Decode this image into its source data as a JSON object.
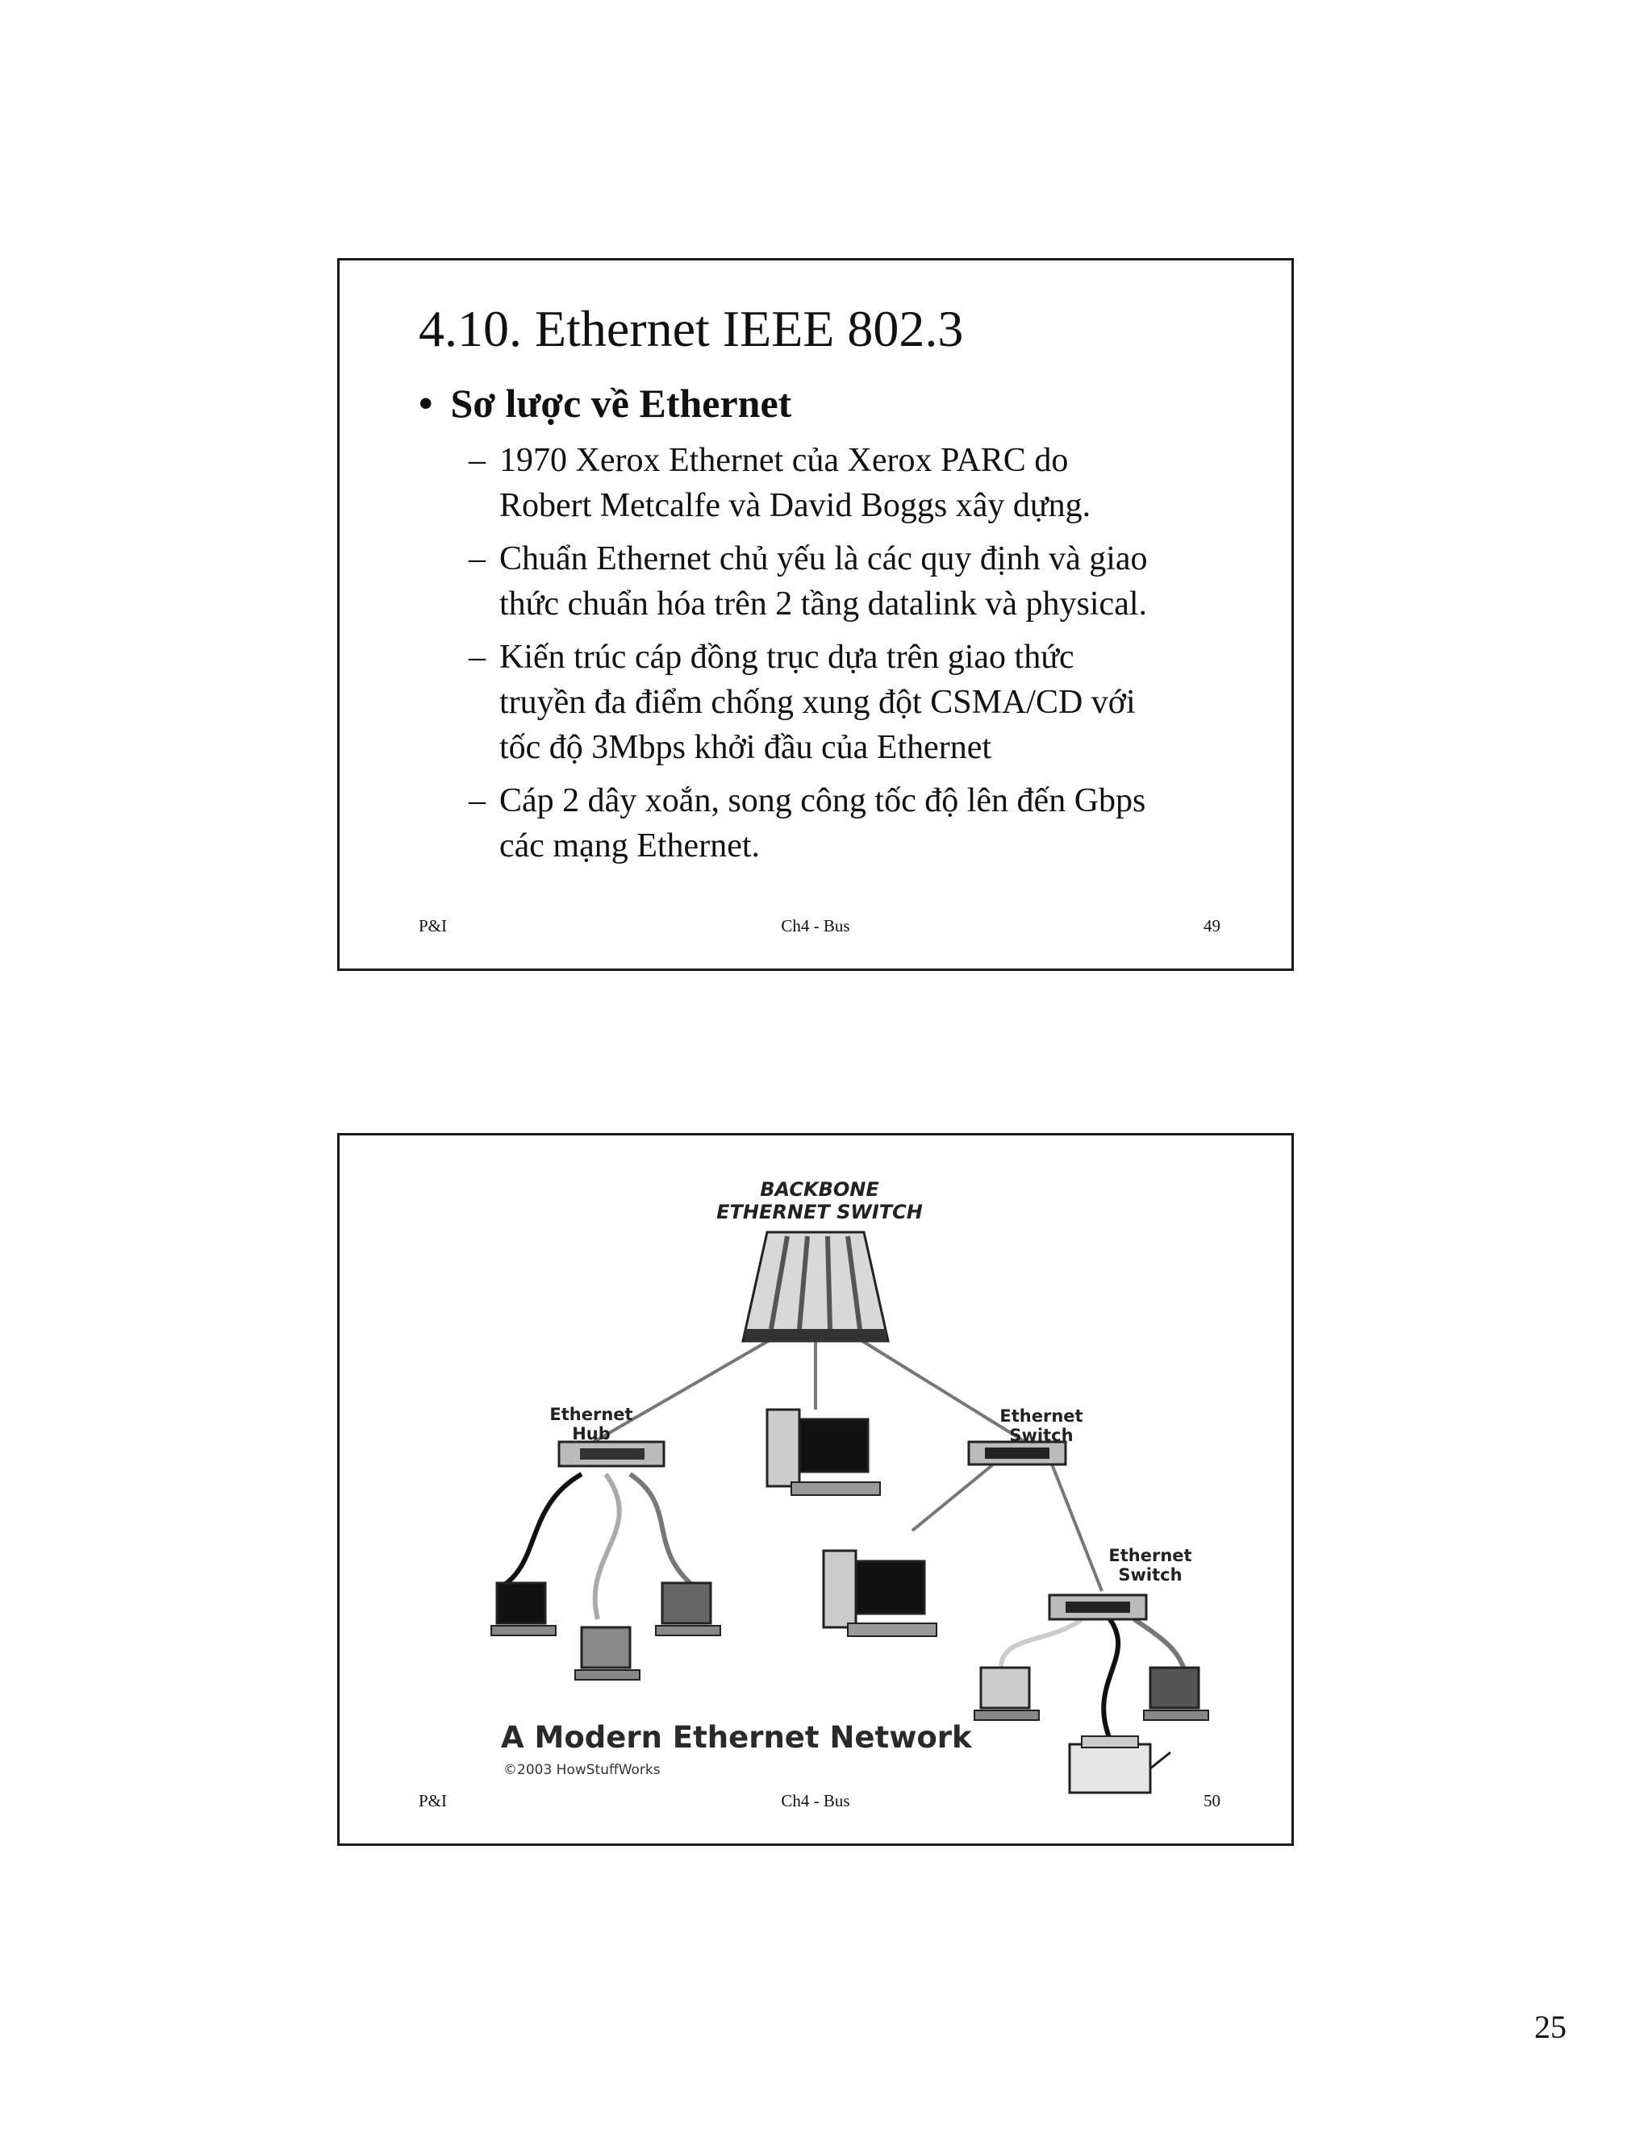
{
  "slide1": {
    "title": "4.10. Ethernet IEEE 802.3",
    "bullet_marker": "•",
    "bullet": "Sơ lược về Ethernet",
    "dash": "–",
    "subitems": [
      {
        "line1": "1970 Xerox Ethernet của Xerox PARC do",
        "line2": "Robert Metcalfe và David Boggs xây dựng.",
        "line3": ""
      },
      {
        "line1": "Chuẩn Ethernet chủ yếu là các quy định và giao",
        "line2": "thức chuẩn hóa trên 2 tầng datalink và physical.",
        "line3": ""
      },
      {
        "line1": "Kiến trúc cáp đồng trục dựa trên giao thức",
        "line2": "truyền đa điểm chống xung đột CSMA/CD với",
        "line3": "tốc độ 3Mbps khởi đầu của Ethernet"
      },
      {
        "line1": "Cáp 2 dây xoắn, song công tốc độ lên đến Gbps",
        "line2": "các mạng Ethernet.",
        "line3": ""
      }
    ],
    "footer": {
      "left": "P&I",
      "center": "Ch4 - Bus",
      "right": "49"
    }
  },
  "slide2": {
    "diagram": {
      "backbone_label_line1": "BACKBONE",
      "backbone_label_line2": "ETHERNET SWITCH",
      "hub_label_line1": "Ethernet",
      "hub_label_line2": "Hub",
      "switch1_label_line1": "Ethernet",
      "switch1_label_line2": "Switch",
      "switch2_label_line1": "Ethernet",
      "switch2_label_line2": "Switch",
      "caption": "A Modern Ethernet Network",
      "copyright": "©2003 HowStuffWorks"
    },
    "footer": {
      "left": "P&I",
      "center": "Ch4 - Bus",
      "right": "50"
    }
  },
  "page_number": "25"
}
